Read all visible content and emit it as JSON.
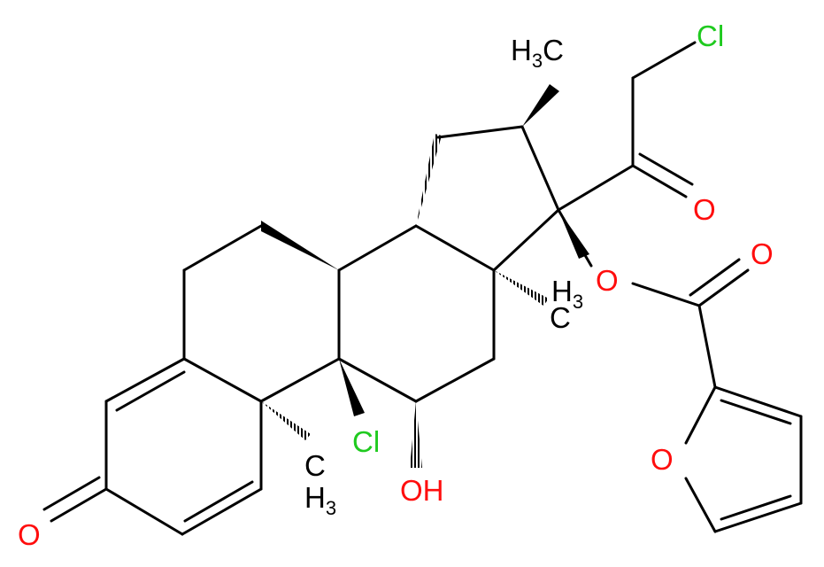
{
  "colors": {
    "bond": "#000000",
    "carbon": "#000000",
    "oxygen": "#ff0d0d",
    "chlorine": "#1fca1f"
  },
  "atoms": {
    "cl_top": "Cl",
    "cl_mid": "Cl",
    "o_ketone": "O",
    "o_ester": "O",
    "o_ester_carbonyl": "O",
    "o_furan": "O",
    "o_left_ketone": "O",
    "oh": "OH",
    "h3c_top": "H",
    "h3c_top_sub": "3",
    "h3c_top_c": "C",
    "ch3_mid_h": "H",
    "ch3_mid_sub": "3",
    "ch3_mid_c": "C",
    "ch3_bottom_c": "C",
    "ch3_bottom_h": "H",
    "ch3_bottom_sub": "3"
  }
}
